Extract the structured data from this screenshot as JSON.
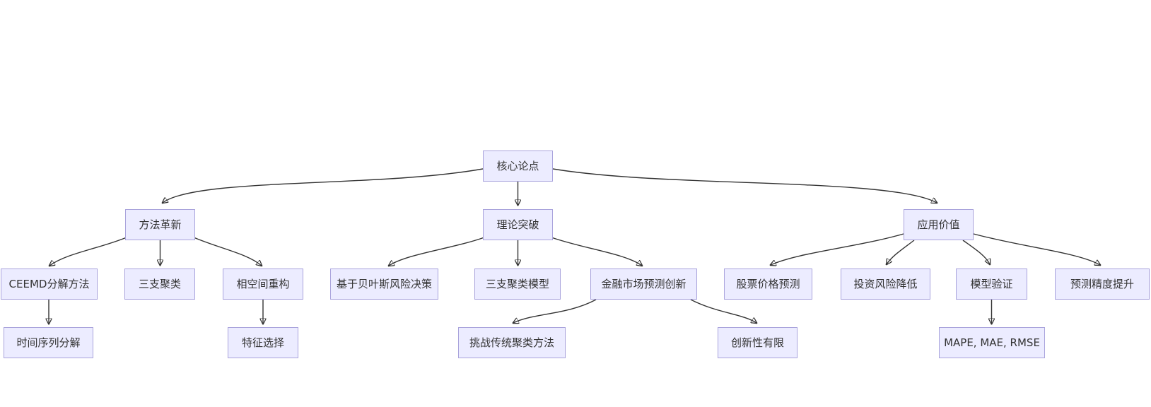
{
  "diagram": {
    "type": "flowchart-tree",
    "colors": {
      "node_fill": "#ECECFF",
      "node_border": "#A9A3DC",
      "edge": "#333333",
      "text": "#333333",
      "background": "#ffffff"
    },
    "nodes": [
      {
        "id": "core",
        "label": "核心论点"
      },
      {
        "id": "method-innovation",
        "label": "方法革新"
      },
      {
        "id": "theory-breakthrough",
        "label": "理论突破"
      },
      {
        "id": "application-value",
        "label": "应用价值"
      },
      {
        "id": "ceemd-decomposition",
        "label": "CEEMD分解方法"
      },
      {
        "id": "three-way-clustering",
        "label": "三支聚类"
      },
      {
        "id": "phase-space-reconstruction",
        "label": "相空间重构"
      },
      {
        "id": "bayes-risk-decision",
        "label": "基于贝叶斯风险决策"
      },
      {
        "id": "three-way-clustering-model",
        "label": "三支聚类模型"
      },
      {
        "id": "financial-market-forecast-innovation",
        "label": "金融市场预测创新"
      },
      {
        "id": "stock-price-prediction",
        "label": "股票价格预测"
      },
      {
        "id": "investment-risk-reduction",
        "label": "投资风险降低"
      },
      {
        "id": "model-validation",
        "label": "模型验证"
      },
      {
        "id": "forecast-precision-improvement",
        "label": "预测精度提升"
      },
      {
        "id": "time-series-decomposition",
        "label": "时间序列分解"
      },
      {
        "id": "feature-selection",
        "label": "特征选择"
      },
      {
        "id": "challenge-traditional-clustering",
        "label": "挑战传统聚类方法"
      },
      {
        "id": "limited-innovation",
        "label": "创新性有限"
      },
      {
        "id": "metrics",
        "label": "MAPE, MAE, RMSE"
      }
    ],
    "edges": [
      {
        "from": "core",
        "to": "method-innovation"
      },
      {
        "from": "core",
        "to": "theory-breakthrough"
      },
      {
        "from": "core",
        "to": "application-value"
      },
      {
        "from": "method-innovation",
        "to": "ceemd-decomposition"
      },
      {
        "from": "method-innovation",
        "to": "three-way-clustering"
      },
      {
        "from": "method-innovation",
        "to": "phase-space-reconstruction"
      },
      {
        "from": "ceemd-decomposition",
        "to": "time-series-decomposition"
      },
      {
        "from": "phase-space-reconstruction",
        "to": "feature-selection"
      },
      {
        "from": "theory-breakthrough",
        "to": "bayes-risk-decision"
      },
      {
        "from": "theory-breakthrough",
        "to": "three-way-clustering-model"
      },
      {
        "from": "theory-breakthrough",
        "to": "financial-market-forecast-innovation"
      },
      {
        "from": "financial-market-forecast-innovation",
        "to": "challenge-traditional-clustering"
      },
      {
        "from": "financial-market-forecast-innovation",
        "to": "limited-innovation"
      },
      {
        "from": "application-value",
        "to": "stock-price-prediction"
      },
      {
        "from": "application-value",
        "to": "investment-risk-reduction"
      },
      {
        "from": "application-value",
        "to": "model-validation"
      },
      {
        "from": "application-value",
        "to": "forecast-precision-improvement"
      },
      {
        "from": "model-validation",
        "to": "metrics"
      }
    ]
  }
}
